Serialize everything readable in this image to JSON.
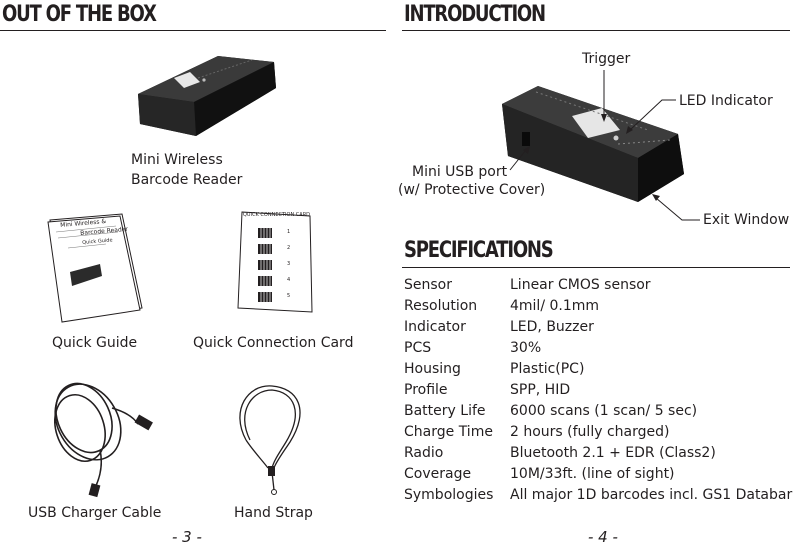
{
  "left_page": {
    "heading": "OUT OF THE BOX",
    "items": {
      "reader": "Mini Wireless\nBarcode Reader",
      "quick_guide": "Quick Guide",
      "connection_card": "Quick Connection Card",
      "usb_cable": "USB Charger Cable",
      "hand_strap": "Hand Strap"
    },
    "booklet_text": {
      "line1": "Mini Wireless &",
      "line2": "Barcode Reader",
      "line3": "Quick Guide"
    },
    "card_text": {
      "title": "QUICK CONNECTION CARD",
      "rows": [
        "1",
        "2",
        "3",
        "4",
        "5"
      ]
    },
    "page_number": "- 3 -"
  },
  "right_page": {
    "heading": "INTRODUCTION",
    "callouts": {
      "trigger": "Trigger",
      "led": "LED Indicator",
      "usb_port_line1": "Mini USB port",
      "usb_port_line2": "(w/ Protective Cover)",
      "exit_window": "Exit Window"
    },
    "specs_heading": "SPECIFICATIONS",
    "specs": [
      {
        "key": "Sensor",
        "value": "Linear CMOS sensor"
      },
      {
        "key": "Resolution",
        "value": "4mil/ 0.1mm"
      },
      {
        "key": "Indicator",
        "value": "LED, Buzzer"
      },
      {
        "key": "PCS",
        "value": "30%"
      },
      {
        "key": "Housing",
        "value": "Plastic(PC)"
      },
      {
        "key": "Profile",
        "value": "SPP, HID"
      },
      {
        "key": "Battery Life",
        "value": "6000 scans (1 scan/ 5 sec)"
      },
      {
        "key": "Charge Time",
        "value": "2 hours (fully charged)"
      },
      {
        "key": "Radio",
        "value": "Bluetooth 2.1 + EDR (Class2)"
      },
      {
        "key": "Coverage",
        "value": "10M/33ft. (line of sight)"
      },
      {
        "key": "Symbologies",
        "value": "All major 1D barcodes incl. GS1 Databar"
      }
    ],
    "page_number": "- 4 -"
  }
}
